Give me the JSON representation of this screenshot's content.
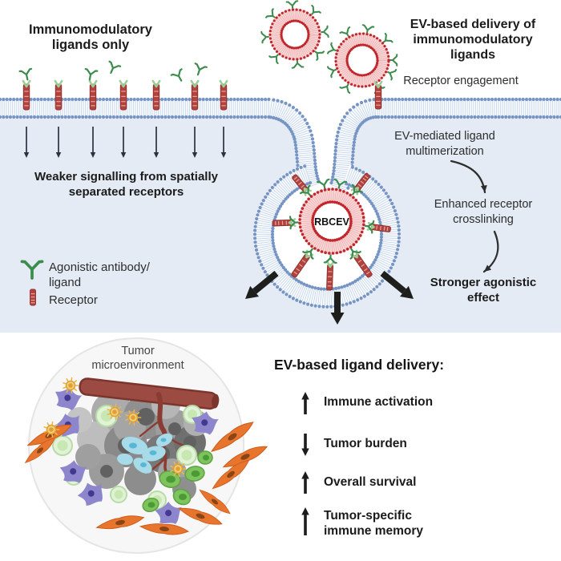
{
  "palette": {
    "cytoplasm": "#e4ebf5",
    "membrane_dot": "#7795c4",
    "membrane_tick": "#c9d8ec",
    "membrane_bg": "#fcfdff",
    "ev_dot": "#c0262c",
    "ev_tick": "#f0b3b3",
    "ev_bg": "#f8d9d9",
    "antibody_green": "#3c8c4d",
    "receptor_body": "#b2423e",
    "receptor_stripe": "#e5a59e",
    "receptor_edge": "#8e2f2b",
    "receptor_cap": "#9ccf97",
    "arrow_black": "#1e1e1c",
    "arrow_thin": "#2a3140",
    "arrow_curved": "#2e2e2e",
    "circle_fill": "#f7f7f7",
    "circle_edge": "#e5e5e5",
    "vessel": "#9c4b42",
    "vessel_dark": "#7c352d",
    "tumor_blue": "#a8dbe9",
    "tumor_blue_dark": "#57b7d4",
    "tumor_orange": "#e8752e",
    "tumor_orange_dark": "#8a4517",
    "tumor_purple": "#8d86cd",
    "tumor_purple_dark": "#43398f",
    "tumor_green": "#7dc35e",
    "tumor_green_dark": "#4c9a33",
    "tumor_green_pale": "#e2f2d8",
    "tumor_green_pale_edge": "#b7dca6",
    "tumor_yellow": "#f2cf7a",
    "tumor_yellow_dark": "#df9f33"
  },
  "left_panel": {
    "title": "Immunomodulatory\nligands only",
    "caption": "Weaker signalling from spatially\nseparated receptors"
  },
  "right_panel": {
    "title": "EV-based delivery of\nimmunomodulatory\nligands",
    "step_receptor_engagement": "Receptor engagement",
    "step_multimerization": "EV-mediated ligand\nmultimerization",
    "step_crosslinking": "Enhanced receptor\ncrosslinking",
    "step_effect": "Stronger agonistic\neffect"
  },
  "vesicle_label": "RBCEV",
  "legend": {
    "antibody_label": "Agonistic antibody/\nligand",
    "receptor_label": "Receptor"
  },
  "bottom_panel": {
    "tumor_label": "Tumor\nmicroenvironment",
    "heading": "EV-based ligand delivery:",
    "outcomes": [
      {
        "direction": "up",
        "label": "Immune activation"
      },
      {
        "direction": "down",
        "label": "Tumor burden"
      },
      {
        "direction": "up",
        "label": "Overall survival"
      },
      {
        "direction": "up",
        "label": "Tumor-specific\nimmune memory"
      }
    ]
  }
}
